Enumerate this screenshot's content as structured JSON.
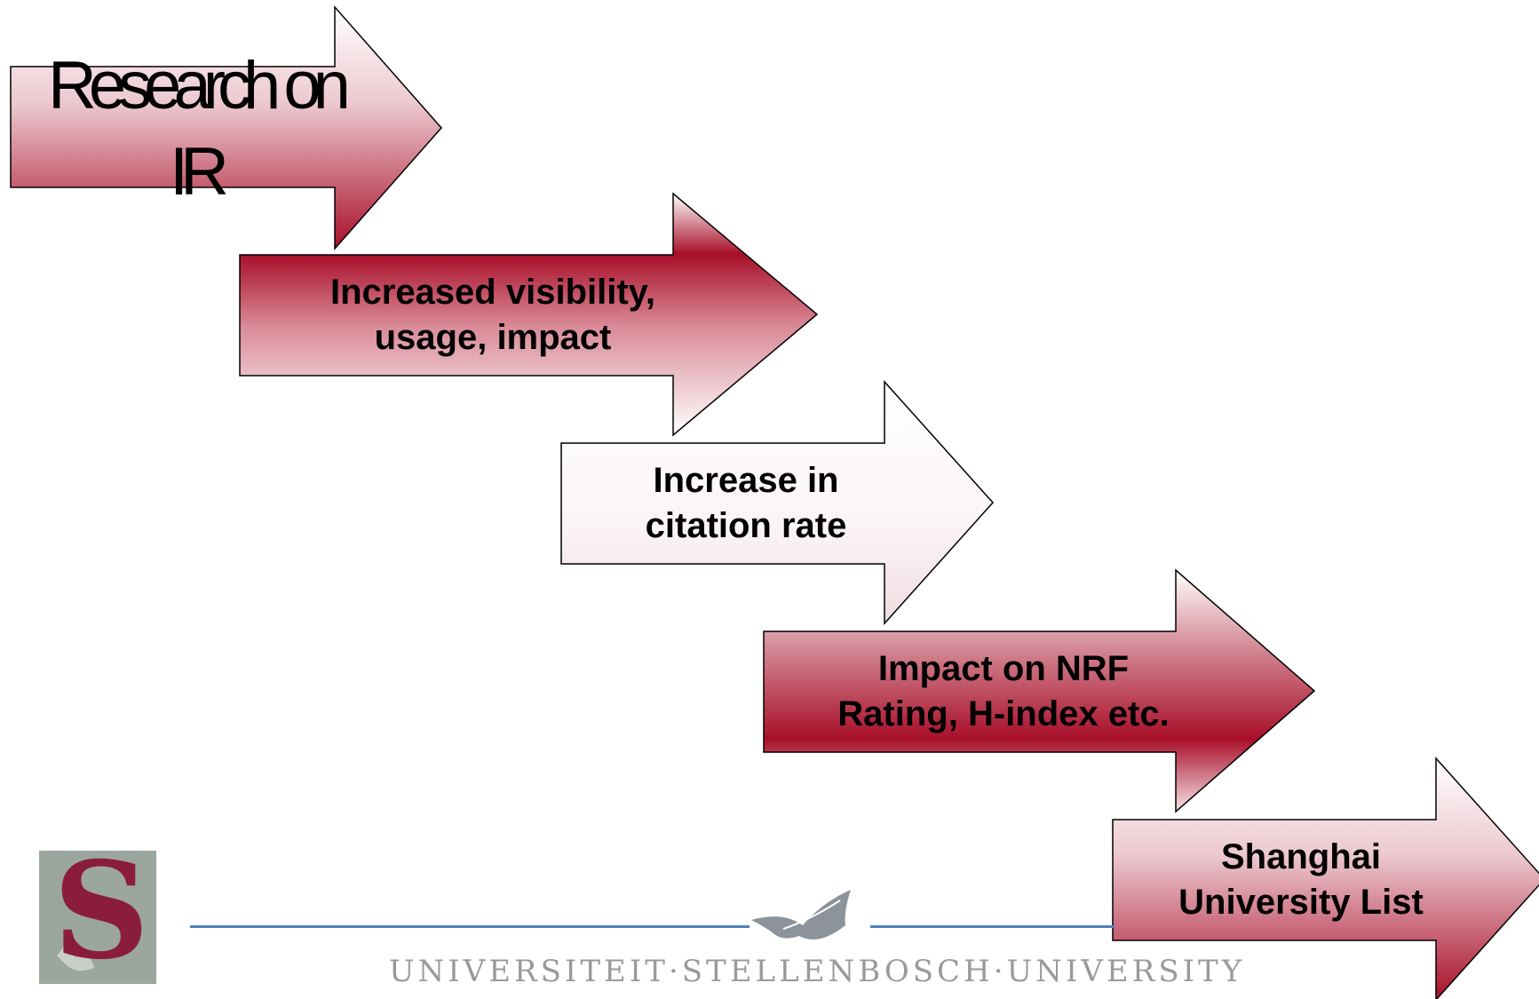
{
  "arrows": [
    {
      "id": "research-on-ir",
      "lines": [
        "Research on IR"
      ],
      "style": "light"
    },
    {
      "id": "increased-visibility",
      "lines": [
        "Increased visibility,",
        "usage, impact"
      ],
      "style": "dark"
    },
    {
      "id": "increase-citation",
      "lines": [
        "Increase in",
        "citation rate"
      ],
      "style": "white"
    },
    {
      "id": "impact-nrf",
      "lines": [
        "Impact on NRF",
        "Rating, H-index etc."
      ],
      "style": "dark-bottom"
    },
    {
      "id": "shanghai",
      "lines": [
        "Shanghai",
        "University List"
      ],
      "style": "light"
    }
  ],
  "footer": {
    "university_name": "UNIVERSITEIT·STELLENBOSCH·UNIVERSITY",
    "logo_letter": "S"
  },
  "colors": {
    "maroon": "#a80f29",
    "maroon_light": "#f2dde1",
    "line_blue": "#4f81bd",
    "footer_grey": "#9a9a9a",
    "logo_grey": "#9ba69f",
    "logo_maroon": "#8b1d3c"
  }
}
